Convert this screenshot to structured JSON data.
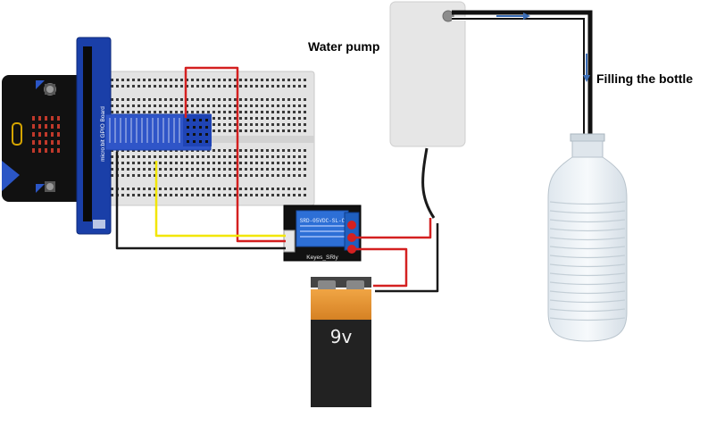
{
  "labels": {
    "water_pump": "Water pump",
    "filling": "Filling the bottle",
    "battery": "9v",
    "relay_model": "SRD-05VDC-SL-C",
    "relay_brand": "Keyes_SRly",
    "gpio_board": "micro:bit GPIO Board"
  },
  "colors": {
    "wire_red": "#d42020",
    "wire_black": "#1a1a1a",
    "wire_yellow": "#f2e600",
    "relay_blue": "#1f5fbf",
    "microbit_black": "#111111",
    "microbit_led": "#c0392b",
    "gpio_blue": "#1a3fa8",
    "pump_body": "#e6e6e6",
    "battery_orange": "#e08a2e",
    "flow_arrow": "#3b6db5"
  },
  "icons": [
    "flow-arrow-icon",
    "microbit-board-icon",
    "breadboard-icon",
    "relay-module-icon",
    "battery-icon",
    "water-pump-icon",
    "bottle-icon"
  ]
}
